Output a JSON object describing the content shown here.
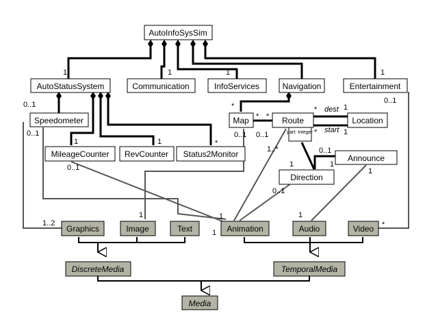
{
  "classes": {
    "auto_info_sys_sim": "AutoInfoSysSim",
    "auto_status_system": "AutoStatusSystem",
    "communication": "Communication",
    "info_services": "InfoServices",
    "navigation": "Navigation",
    "entertainment": "Entertainment",
    "speedometer": "Speedometer",
    "map": "Map",
    "route": "Route",
    "location": "Location",
    "mileage_counter": "MileageCounter",
    "rev_counter": "RevCounter",
    "status2monitor": "Status2Monitor",
    "announce": "Announce",
    "direction": "Direction",
    "graphics": "Graphics",
    "image": "Image",
    "text": "Text",
    "animation": "Animation",
    "audio": "Audio",
    "video": "Video",
    "discrete_media": "DiscreteMedia",
    "temporal_media": "TemporalMedia",
    "media": "Media"
  },
  "multiplicities": {
    "sim_status": "1",
    "sim_comm": "1",
    "sim_info": "1",
    "sim_ent": "1",
    "speedo_status": "0..1",
    "speedo_anim": "0..1",
    "mileage": "1",
    "rev": "1",
    "status2": "*",
    "nav_map": "*",
    "map_route_a": "*",
    "map_route_b": "*",
    "map_anim": "0..1",
    "route_anim": "0..1",
    "route_dest_route": "*",
    "route_dest_loc": "1",
    "route_start_route": "*",
    "route_start_loc": "1",
    "route_dir": "1..*",
    "dir_route": "1",
    "dir_announce": "0..1",
    "announce_dir": "1",
    "announce_audio": "1",
    "dir_anim": "0..1",
    "mileage_anim": "0..1",
    "ent_top": "0..1",
    "ent_video": "*",
    "graphics": "1..2",
    "image": "1",
    "anim_a": "1",
    "anim_b": "1",
    "audio": "1"
  },
  "roles": {
    "dest": "dest",
    "start": "start",
    "qualifier": "part: Integer"
  },
  "colors": {
    "class_fill": "#ffffff",
    "media_fill": "#b3b3a6",
    "line": "#000000",
    "assoc_line": "#555555"
  }
}
